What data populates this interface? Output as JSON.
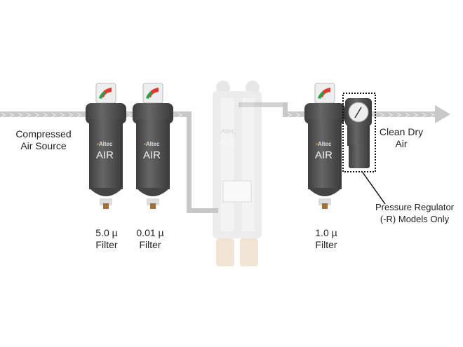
{
  "labels": {
    "source": [
      "Compressed",
      "Air Source"
    ],
    "filter1": [
      "5.0 µ",
      "Filter"
    ],
    "filter2": [
      "0.01 µ",
      "Filter"
    ],
    "filter3": [
      "1.0 µ",
      "Filter"
    ],
    "output": [
      "Clean Dry",
      "Air"
    ],
    "regulator": [
      "Pressure Regulator",
      "(-R) Models Only"
    ]
  },
  "logo": {
    "brand": "Altec",
    "product": "AIR"
  },
  "colors": {
    "pipe": "#c8c8c8",
    "filter_body": "#555555",
    "gauge_red": "#e23a2e",
    "gauge_green": "#2aa24a",
    "logo_gold": "#d9a520"
  }
}
